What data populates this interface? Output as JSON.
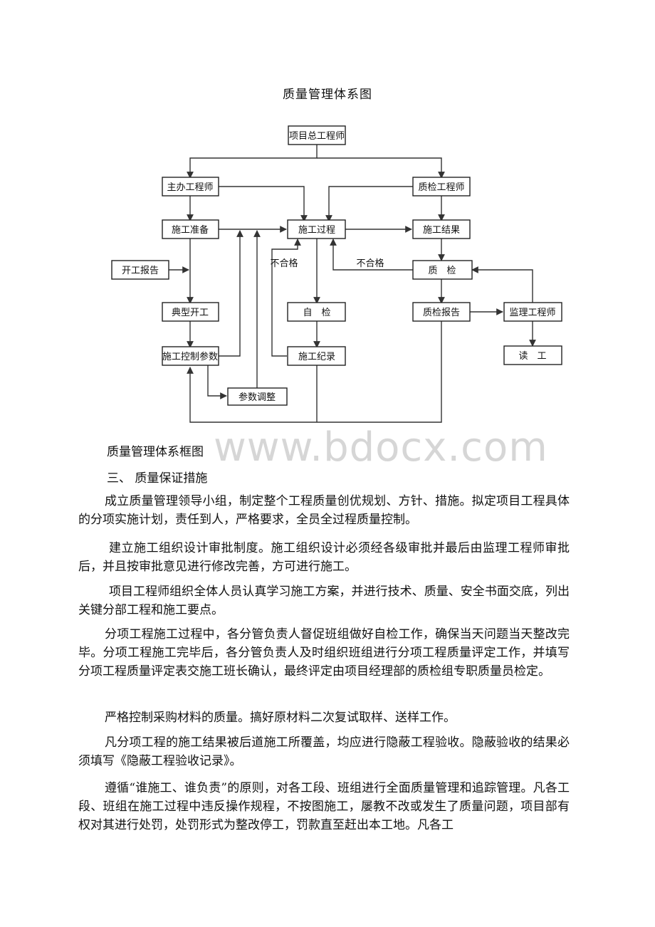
{
  "diagram": {
    "title": "质量管理体系图",
    "boxes": {
      "chief": "项目总工程师",
      "main_engineer": "主办工程师",
      "qc_engineer": "质检工程师",
      "prep": "施工准备",
      "process": "施工过程",
      "result": "施工结果",
      "start_report": "开工报告",
      "inspection": "质　检",
      "typical_start": "典型开工",
      "self_check": "自　检",
      "qc_report": "质检报告",
      "supervisor": "监理工程师",
      "control_params": "施工控制参数",
      "construction_record": "施工纪录",
      "rework": "读　工",
      "param_adjust": "参数调整"
    },
    "labels": {
      "unqualified_left": "不合格",
      "unqualified_right": "不合格"
    }
  },
  "watermark": "www.bdocx.com",
  "caption": "质量管理体系框图",
  "section_heading": "三、 质量保证措施",
  "paragraphs": [
    "成立质量管理领导小组，制定整个工程质量创优规划、方针、措施。拟定项目工程具体的分项实施计划，责任到人，严格要求，全员全过程质量控制。",
    "建立施工组织设计审批制度。施工组织设计必须经各级审批并最后由监理工程师审批后，并且按审批意见进行修改完善，方可进行施工。",
    "项目工程师组织全体人员认真学习施工方案，并进行技术、质量、安全书面交底，列出关键分部工程和施工要点。",
    "分项工程施工过程中，各分管负责人督促班组做好自检工作，确保当天问题当天整改完毕。分项工程施工完毕后，各分管负责人及时组织班组进行分项工程质量评定工作，并填写分项工程质量评定表交施工班长确认，最终评定由项目经理部的质检组专职质量员检定。",
    "严格控制采购材料的质量。搞好原材料二次复试取样、送样工作。",
    "凡分项工程的施工结果被后道施工所覆盖，均应进行隐蔽工程验收。隐蔽验收的结果必须填写《隐蔽工程验收记录》。",
    "遵循“谁施工、谁负责”的原则，对各工段、班组进行全面质量管理和追踪管理。凡各工段、班组在施工过程中违反操作规程，不按图施工，屡教不改或发生了质量问题，项目部有权对其进行处罚，处罚形式为整改停工，罚款直至赶出本工地。凡各工"
  ]
}
